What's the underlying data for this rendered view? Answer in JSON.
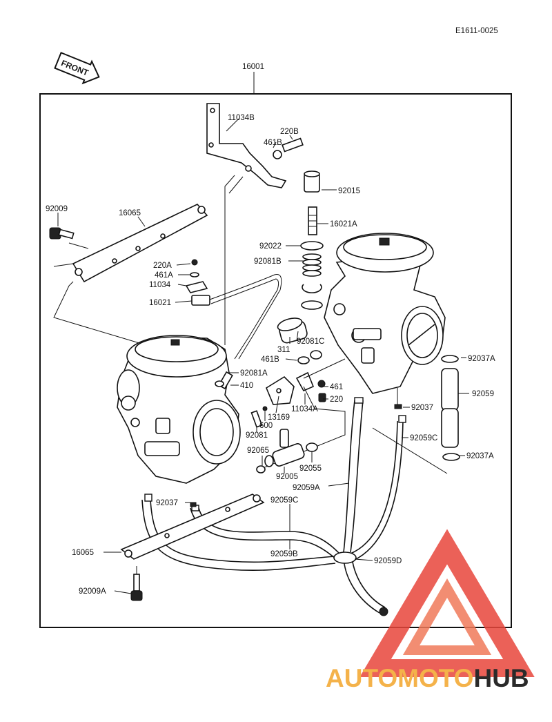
{
  "diagram_code": "E1611-0025",
  "front_label": "FRONT",
  "assembly_number": "16001",
  "parts": {
    "p11034B": "11034B",
    "p220B": "220B",
    "p461B_top": "461B",
    "p92015": "92015",
    "p16021A": "16021A",
    "p92022": "92022",
    "p92081B": "92081B",
    "p92009": "92009",
    "p16065_top": "16065",
    "p220A": "220A",
    "p461A": "461A",
    "p11034": "11034",
    "p16021": "16021",
    "p311": "311",
    "p92081C": "92081C",
    "p461B_mid": "461B",
    "p92081A": "92081A",
    "p410": "410",
    "p461": "461",
    "p220": "220",
    "p11034A": "11034A",
    "p13169": "13169",
    "p600": "600",
    "p92081": "92081",
    "p92065": "92065",
    "p92005": "92005",
    "p92055": "92055",
    "p92037A_top": "92037A",
    "p92059": "92059",
    "p92037_right": "92037",
    "p92059C_right": "92059C",
    "p92037A_bottom": "92037A",
    "p92059A": "92059A",
    "p92037_left": "92037",
    "p92059C_mid": "92059C",
    "p16065_bottom": "16065",
    "p92059B": "92059B",
    "p92059D": "92059D",
    "p92009A": "92009A"
  },
  "watermark": {
    "part1": "AUTOMOTO",
    "part2": "HUB",
    "color_orange": "#f4b24a",
    "color_red": "#e8463c",
    "color_dark": "#2a2a2a"
  }
}
